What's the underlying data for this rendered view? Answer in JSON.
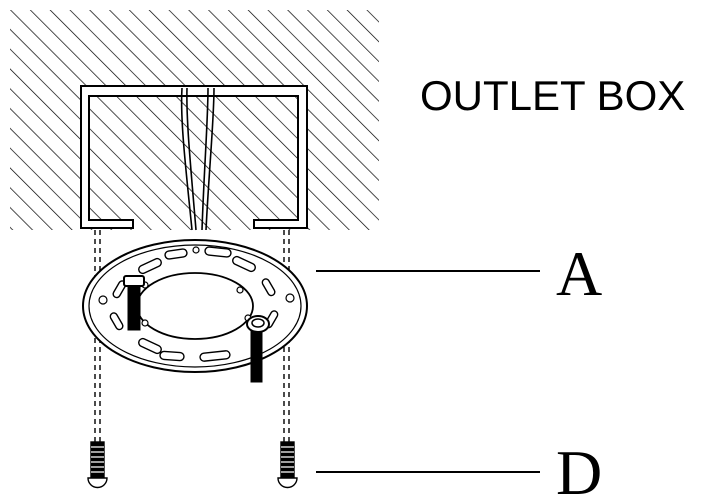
{
  "labels": {
    "outlet_box": "OUTLET BOX",
    "part_a": "A",
    "part_d": "D"
  },
  "colors": {
    "ink": "#000000",
    "paper": "#ffffff"
  }
}
